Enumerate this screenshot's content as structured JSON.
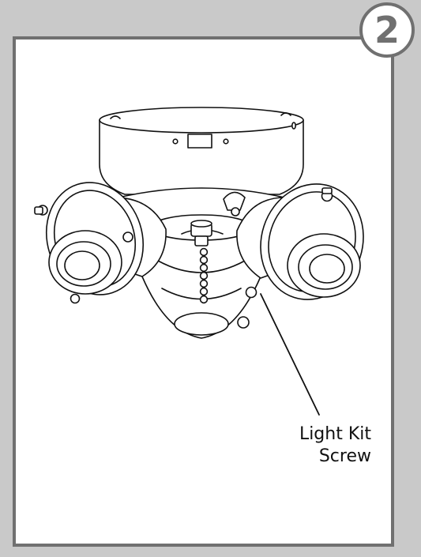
{
  "step": {
    "number": "2"
  },
  "callout": {
    "line1": "Light Kit",
    "line2": "Screw"
  },
  "colors": {
    "background": "#c9c9c9",
    "frame": "#707070",
    "panel": "#ffffff",
    "ink": "#111111"
  }
}
